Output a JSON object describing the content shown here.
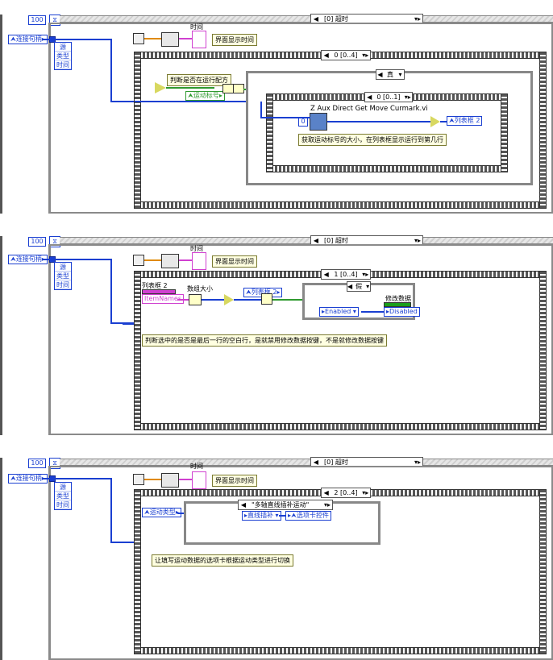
{
  "panels": [
    {
      "timeout_const": "100",
      "event_label": "[0] 超时",
      "conn_label": "连接句柄",
      "event_data": [
        "源",
        "类型",
        "时间"
      ],
      "time_label": "时间",
      "time_comment": "界面显示时间",
      "case_selector": "0 [0..4]",
      "check_comment": "判断是否在运行配方",
      "motion_node": "运动标号",
      "inner_case": "真",
      "inner_seq": "0 [0..1]",
      "vi_name": "Z Aux Direct Get Move Curmark.vi",
      "vi_const": "0",
      "list_ref": "列表框 2",
      "vi_comment": "获取运动标号的大小，在列表框显示运行到第几行"
    },
    {
      "timeout_const": "100",
      "event_label": "[0] 超时",
      "conn_label": "连接句柄",
      "event_data": [
        "源",
        "类型",
        "时间"
      ],
      "time_label": "时间",
      "time_comment": "界面显示时间",
      "case_selector": "1 [0..4]",
      "list_label": "列表框 2",
      "item_names": "ItemNames",
      "array_size": "数组大小",
      "list_ref": "列表框 2",
      "inner_case": "假",
      "modify_label": "修改数据",
      "enabled_const": "Enabled",
      "disabled_node": "Disabled",
      "comment": "判断选中的是否是最后一行的空白行，是就禁用修改数据按键，不是就修改数据按键"
    },
    {
      "timeout_const": "100",
      "event_label": "[0] 超时",
      "conn_label": "连接句柄",
      "event_data": [
        "源",
        "类型",
        "时间"
      ],
      "time_label": "时间",
      "time_comment": "界面显示时间",
      "case_selector": "2 [0..4]",
      "motion_type": "运动类型",
      "inner_case": "\"多轴直线插补运动\"",
      "linear_const": "直线插补",
      "tab_node": "选项卡控件",
      "comment": "让填写运动数据的选项卡根据运动类型进行切换"
    }
  ]
}
